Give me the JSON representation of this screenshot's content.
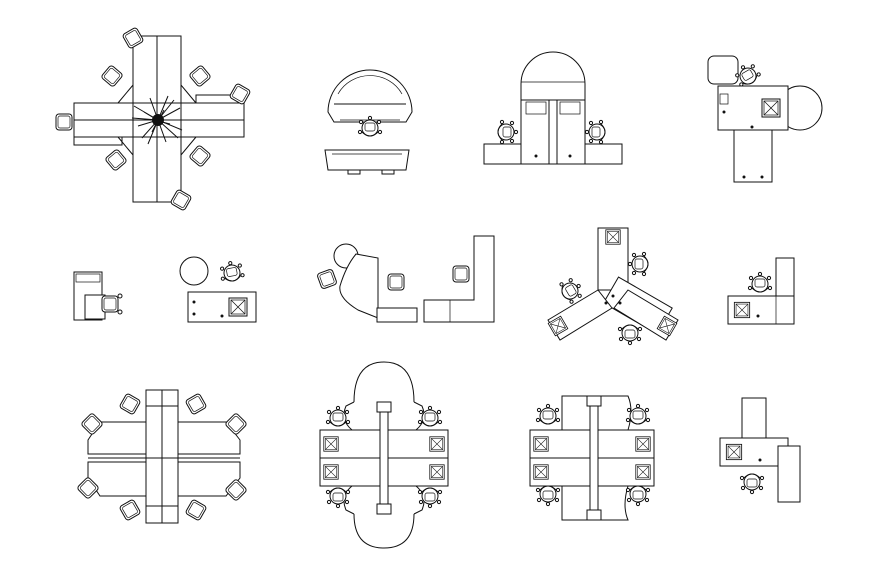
{
  "colors": {
    "background": "#ffffff",
    "line": "#111111"
  },
  "layout_grid": {
    "rows": 3,
    "columns": 4
  },
  "blocks": [
    {
      "id": "cluster-4-desks-planter",
      "icon": "office-cluster-icon",
      "desks": 4,
      "chairs": 8,
      "has_planter": true
    },
    {
      "id": "round-reception-desk",
      "icon": "reception-desk-icon",
      "chairs": 1
    },
    {
      "id": "arched-paired-desks",
      "icon": "paired-desk-icon",
      "chairs": 2
    },
    {
      "id": "desk-round-table",
      "icon": "desk-with-table-icon",
      "chairs": 1
    },
    {
      "id": "small-return-desk",
      "icon": "small-desk-icon",
      "chairs": 1
    },
    {
      "id": "desk-round-side-table",
      "icon": "desk-with-table-icon",
      "chairs": 1
    },
    {
      "id": "curved-desk-l-desk",
      "icon": "curved-workstation-icon",
      "chairs": 3
    },
    {
      "id": "y-shaped-3-workstation",
      "icon": "three-way-workstation-icon",
      "desks": 3,
      "chairs": 3
    },
    {
      "id": "l-shaped-desk",
      "icon": "l-desk-icon",
      "chairs": 1
    },
    {
      "id": "cluster-4-angled-desks",
      "icon": "office-cluster-icon",
      "desks": 4,
      "chairs": 8
    },
    {
      "id": "oval-4-workstation",
      "icon": "oval-workstation-icon",
      "desks": 4,
      "chairs": 4
    },
    {
      "id": "rect-4-workstation",
      "icon": "square-workstation-icon",
      "desks": 4,
      "chairs": 4
    },
    {
      "id": "corner-desk-chair",
      "icon": "corner-desk-icon",
      "chairs": 1
    }
  ]
}
